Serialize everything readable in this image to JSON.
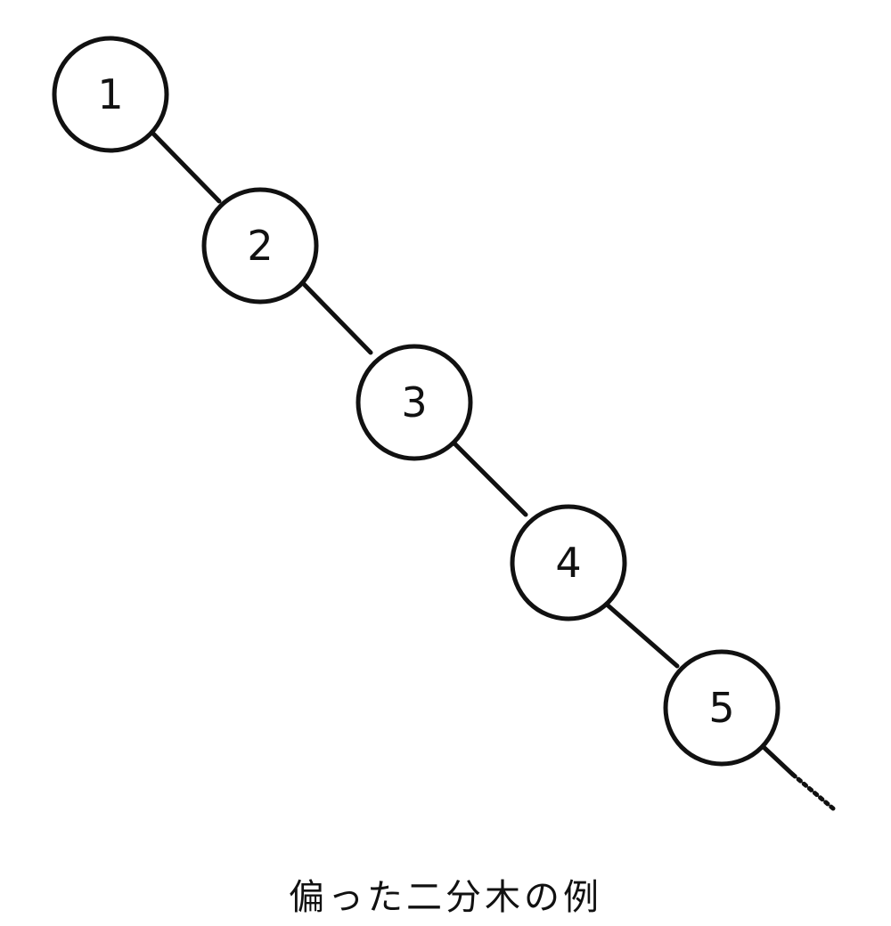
{
  "diagram": {
    "type": "degenerate-binary-tree",
    "nodes": [
      {
        "label": "1"
      },
      {
        "label": "2"
      },
      {
        "label": "3"
      },
      {
        "label": "4"
      },
      {
        "label": "5"
      }
    ],
    "continuation": "dotted-edge",
    "colors": {
      "stroke": "#111111",
      "fill": "#ffffff"
    }
  },
  "caption": "偏った二分木の例"
}
